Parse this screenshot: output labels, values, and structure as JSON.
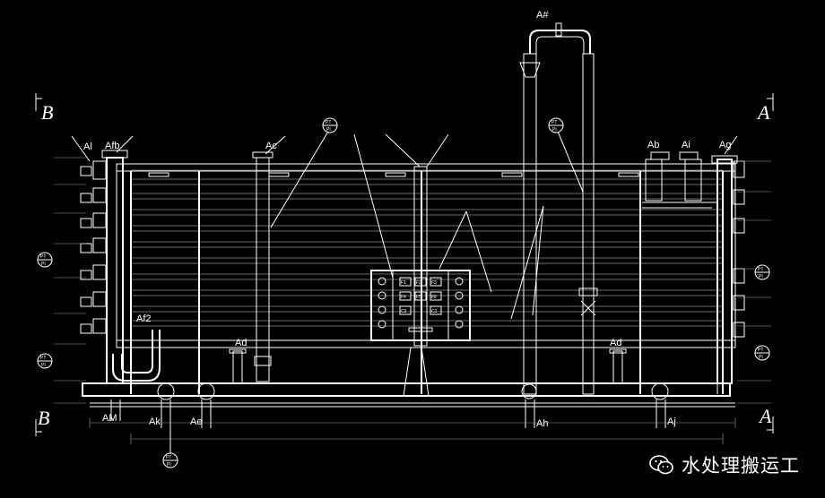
{
  "section_marks": {
    "left": "B",
    "right": "A"
  },
  "item_tags": [
    "Al",
    "Afb",
    "Ac",
    "Ab",
    "Ai",
    "Ag",
    "Af2",
    "Ad",
    "AM",
    "Ak",
    "Ae",
    "Ah",
    "Aj",
    "A#"
  ],
  "instrument_tag": {
    "top": "PT",
    "bottom": "PI"
  },
  "panel": {
    "row1": [
      "F1",
      "F2",
      "F3"
    ],
    "row2": [
      "F4",
      "F5",
      "F6"
    ],
    "row3": [
      "C2",
      "C1"
    ]
  },
  "watermark": {
    "text": "水处理搬运工",
    "icon": "wechat-icon"
  },
  "colors": {
    "background": "#000000",
    "lines": "#ffffff"
  }
}
